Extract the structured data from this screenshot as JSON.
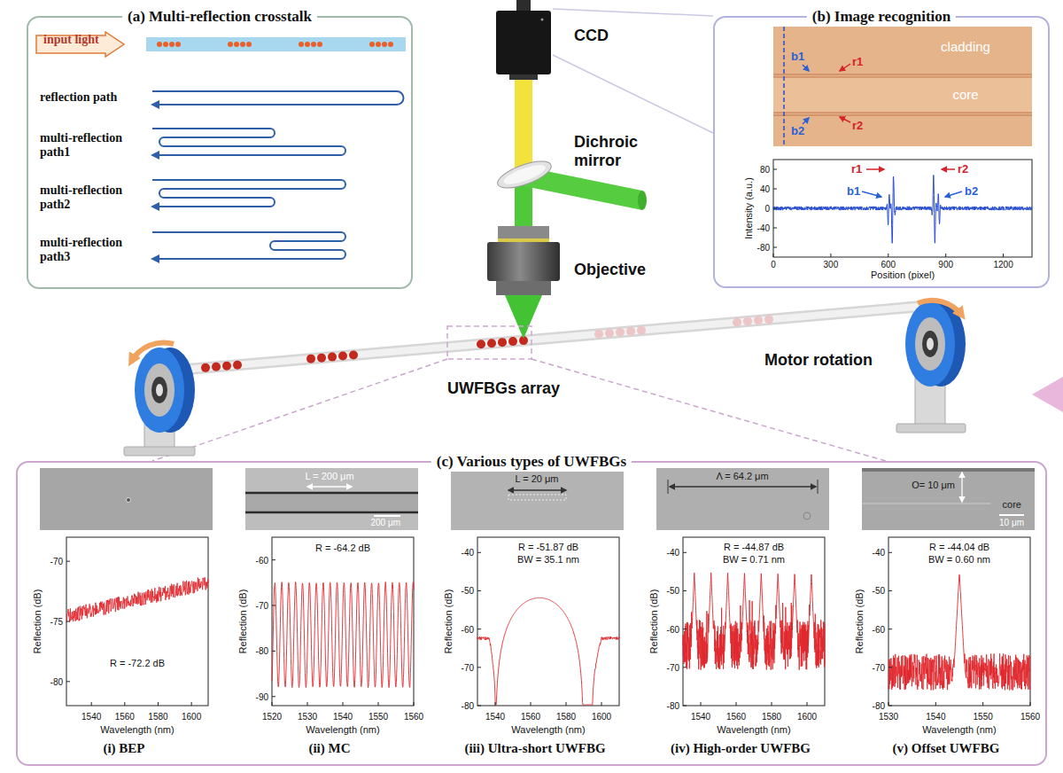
{
  "diagram": {
    "nodes": [
      {
        "text": [
          "(a) Multi-reflection crosstalk"
        ]
      },
      {
        "text": [
          "input light"
        ],
        "in": 0
      },
      {
        "text": [
          "(b) Image recognition"
        ]
      },
      {
        "text": [
          "(c) Various types of UWFBGs"
        ]
      }
    ],
    "labels": [
      "reflection path",
      "multi-reflection path1",
      "multi-reflection path2",
      "multi-reflection path3",
      "CCD",
      "Dichroic mirror",
      "Objective",
      "UWFBGs array",
      "Motor rotation",
      "cladding",
      "core",
      "b1",
      "r1",
      "b2",
      "r2",
      "r1",
      "r2",
      "b1",
      "b2",
      "80",
      "40",
      "0",
      "-40",
      "-80",
      "0",
      "300",
      "600",
      "900",
      "1200",
      "Intensity (a.u.)",
      "Position (pixel)",
      "R = -72.2 dB",
      "-70",
      "-75",
      "-80",
      "1540",
      "1560",
      "1580",
      "1600",
      "Reflection (dB)",
      "Wavelength (nm)",
      "(i) BEP",
      "L = 200 μm",
      "200 μm",
      "R = -64.2 dB",
      "-60",
      "-70",
      "-80",
      "-90",
      "1520",
      "1530",
      "1540",
      "1550",
      "1560",
      "Reflection (dB)",
      "Wavelength (nm)",
      "(ii) MC",
      "L = 20 μm",
      "R = -51.87 dB",
      "BW = 35.1 nm",
      "-40",
      "-50",
      "-60",
      "-70",
      "-80",
      "1540",
      "1560",
      "1580",
      "1600",
      "Reflection (dB)",
      "Wavelength (nm)",
      "(iii) Ultra-short UWFBG",
      "Λ = 64.2 μm",
      "R = -44.87 dB",
      "BW = 0.71 nm",
      "-40",
      "-50",
      "-60",
      "-70",
      "-80",
      "1540",
      "1560",
      "1580",
      "1600",
      "Reflection (dB)",
      "Wavelength (nm)",
      "(iv) High-order UWFBG",
      "O= 10 μm",
      "core",
      "10 μm",
      "R = -44.04 dB",
      "BW = 0.60 nm",
      "-40",
      "-50",
      "-60",
      "-70",
      "-80",
      "1530",
      "1540",
      "1550",
      "1560",
      "Reflection (dB)",
      "Wavelength (nm)",
      "(v) Offset UWFBG"
    ]
  }
}
